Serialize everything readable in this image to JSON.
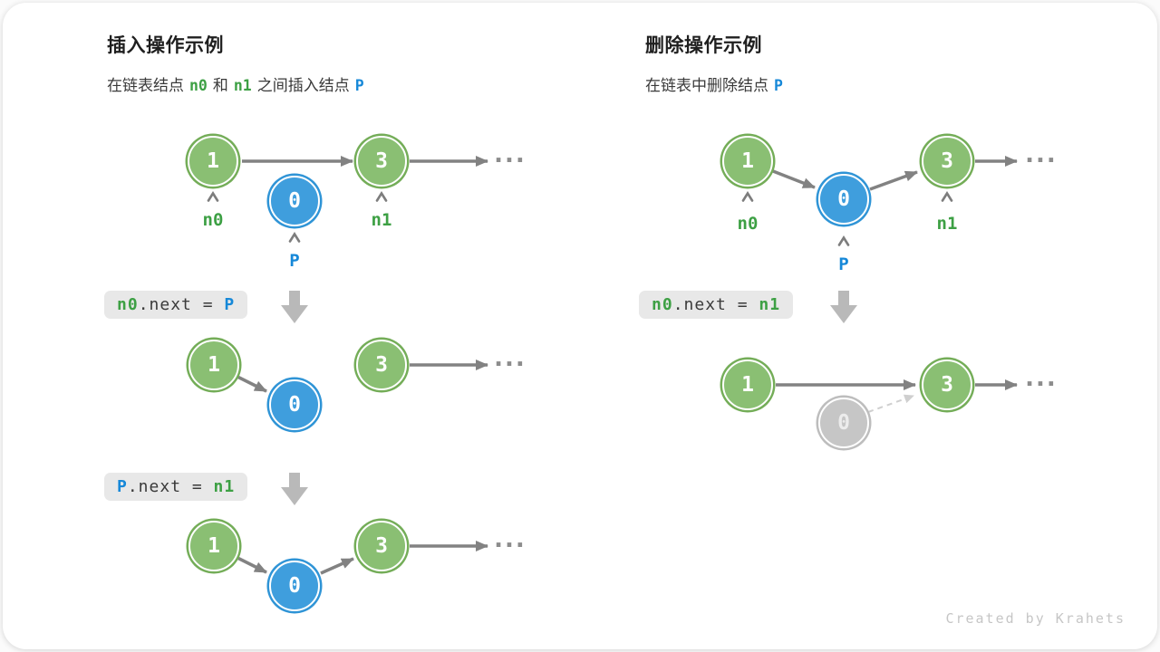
{
  "insert": {
    "title": "插入操作示例",
    "subtitle": {
      "t1": "在链表结点",
      "v1": "n0",
      "t2": "和",
      "v2": "n1",
      "t3": "之间插入结点",
      "v3": "P"
    },
    "pointer_labels": {
      "n0": "n0",
      "n1": "n1",
      "p": "P"
    },
    "step1_code": {
      "a": "n0",
      "op": ".next = ",
      "b": "P"
    },
    "step2_code": {
      "a": "P",
      "op": ".next = ",
      "b": "n1"
    }
  },
  "deletion": {
    "title": "删除操作示例",
    "subtitle": {
      "t1": "在链表中删除结点",
      "v1": "P"
    },
    "pointer_labels": {
      "n0": "n0",
      "n1": "n1",
      "p": "P"
    },
    "step1_code": {
      "a": "n0",
      "op": ".next = ",
      "b": "n1"
    }
  },
  "nodes": {
    "one": "1",
    "zero": "0",
    "three": "3"
  },
  "misc": {
    "ellipsis": "...",
    "credit": "Created by Krahets"
  },
  "palette": {
    "node_green": "#8abf73",
    "node_green_ring": "#74ad58",
    "node_blue": "#3f9edd",
    "node_blue_ring": "#2f94d6",
    "node_gray": "#c6c6c6",
    "green_text": "#3da044",
    "blue_text": "#1688d8",
    "arrow_gray": "#828282",
    "block_arrow_gray": "#b9b9b9",
    "code_box_bg": "#e8e8e8",
    "credit_gray": "#c6c6c6"
  }
}
